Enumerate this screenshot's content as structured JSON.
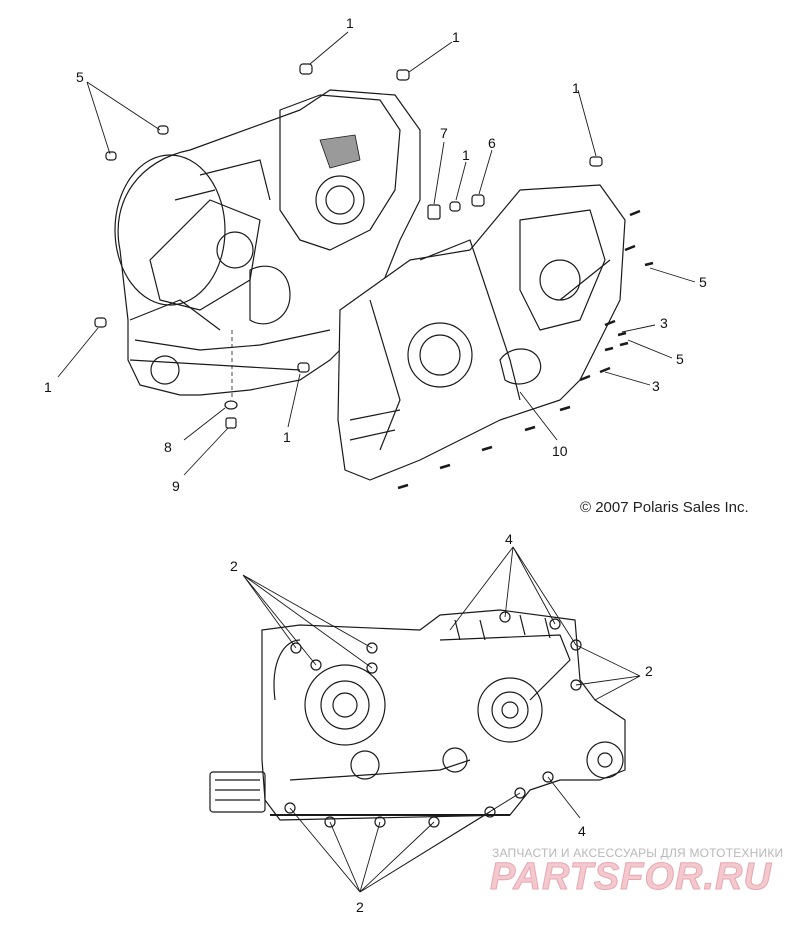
{
  "copyright": "© 2007 Polaris Sales Inc.",
  "watermark": {
    "tagline": "ЗАПЧАСТИ И АКСЕССУАРЫ ДЛЯ МОТОТЕХНИКИ",
    "brand": "PARTSFOR.RU"
  },
  "callouts": {
    "c1_top_a": "1",
    "c1_top_b": "1",
    "c5_top_left": "5",
    "c1_right_top": "1",
    "c7": "7",
    "c1_mid": "1",
    "c6": "6",
    "c5_right_a": "5",
    "c3_a": "3",
    "c5_right_b": "5",
    "c3_b": "3",
    "c1_left": "1",
    "c1_bottom": "1",
    "c8": "8",
    "c9": "9",
    "c10": "10",
    "c2_top_left": "2",
    "c4_top": "4",
    "c2_right": "2",
    "c4_bottom": "4",
    "c2_bottom": "2"
  },
  "colors": {
    "line": "#1a1a1a",
    "shade": "#9a9a9a",
    "watermark": "#f3c9cf"
  }
}
